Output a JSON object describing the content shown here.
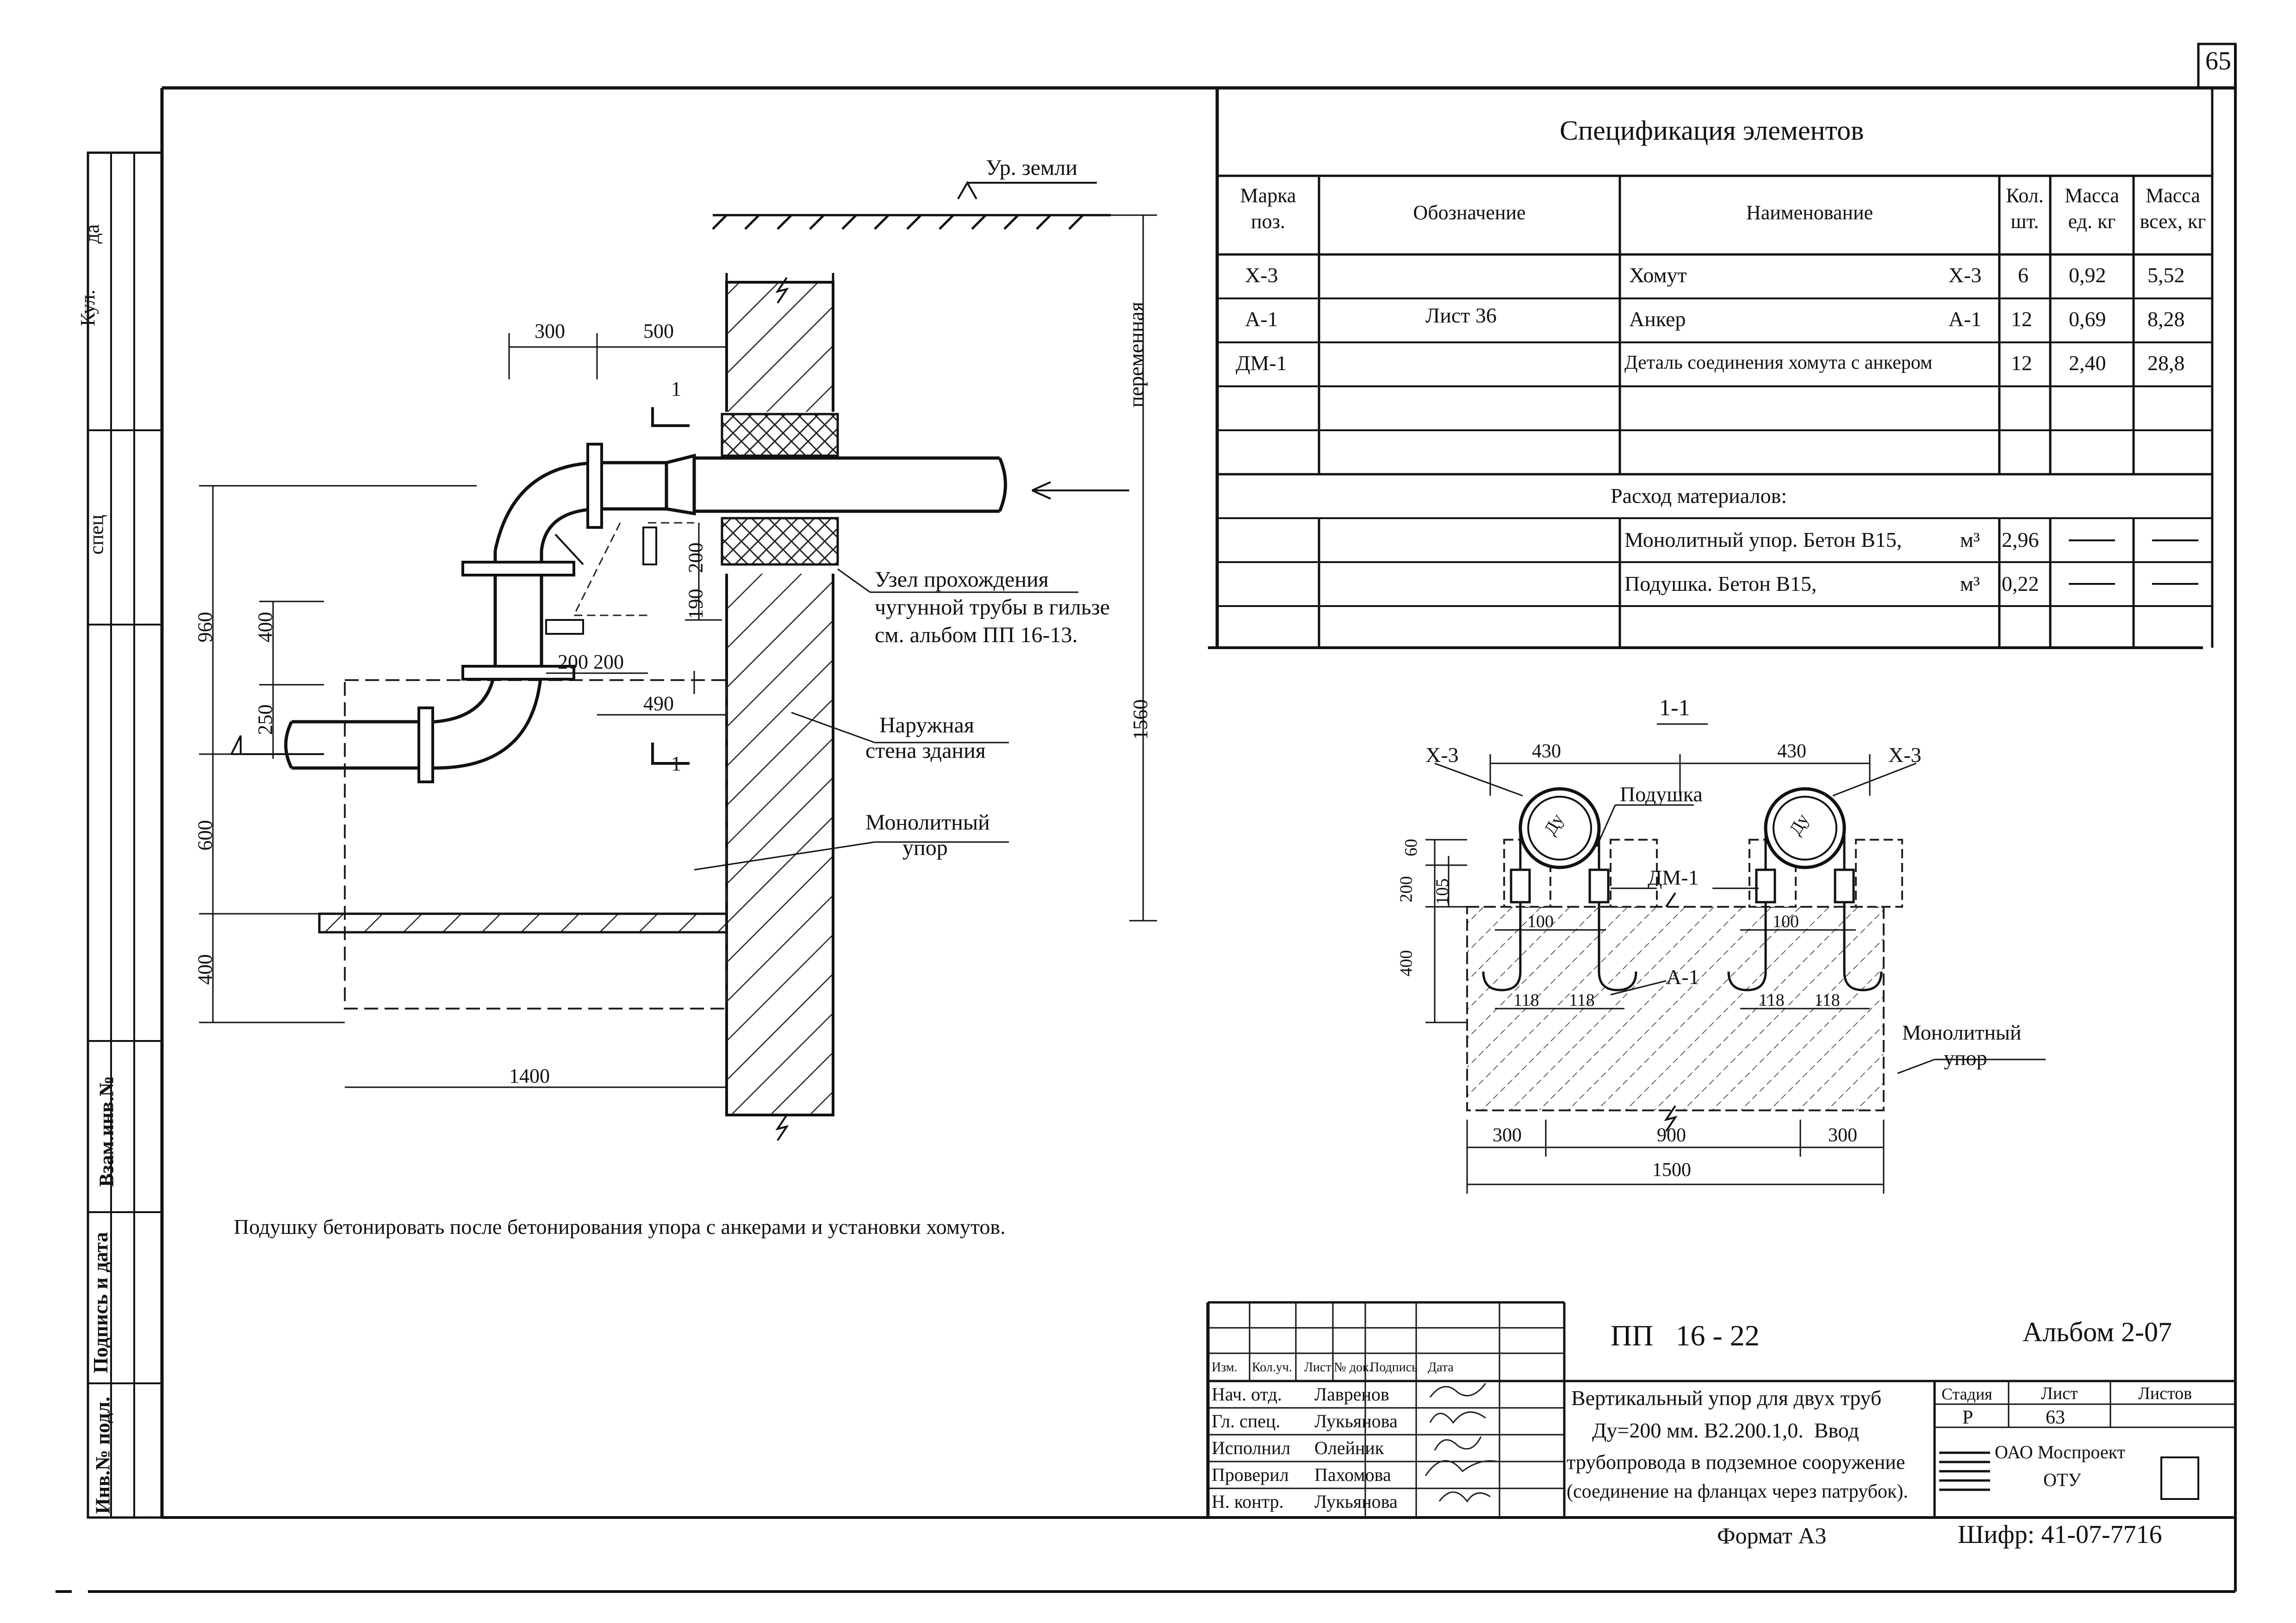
{
  "page": {
    "number": "65"
  },
  "note": "Подушку бетонировать после бетонирования упора с анкерами и установки хомутов.",
  "left_strip": {
    "kup": "Кул.",
    "da": "да",
    "spec": "спец",
    "vzam": "Взам.инв.№",
    "podpis": "Подпись и дата",
    "inv": "Инв.№ подл."
  },
  "section_view": {
    "ground_label": "Ур. земли",
    "variable_label": "переменная",
    "section_mark": "1",
    "node_label_1": "Узел прохождения",
    "node_label_2": "чугунной трубы в гильзе",
    "node_label_3": "см. альбом ПП 16-13.",
    "wall_label_1": "Наружная",
    "wall_label_2": "стена здания",
    "stop_label_1": "Монолитный",
    "stop_label_2": "упор",
    "dims": {
      "d300": "300",
      "d500": "500",
      "d200": "200",
      "d190": "190",
      "d400a": "400",
      "d960": "960",
      "d250": "250",
      "d200_200": "200 200",
      "d490": "490",
      "d600": "600",
      "d400b": "400",
      "d1400": "1400",
      "d1560": "1560"
    }
  },
  "spec": {
    "title": "Спецификация элементов",
    "headers": {
      "mark": "Марка поз.",
      "designation": "Обозначение",
      "name": "Наименование",
      "qty": "Кол. шт.",
      "unit_mass": "Масса ед. кг",
      "total_mass": "Масса всех, кг"
    },
    "designation_shared": "Лист 36",
    "rows": [
      {
        "mark": "Х-3",
        "name": "Хомут",
        "code": "Х-3",
        "qty": "6",
        "unit": "0,92",
        "total": "5,52"
      },
      {
        "mark": "А-1",
        "name": "Анкер",
        "code": "А-1",
        "qty": "12",
        "unit": "0,69",
        "total": "8,28"
      },
      {
        "mark": "ДМ-1",
        "name": "Деталь соединения хомута с анкером",
        "code": "",
        "qty": "12",
        "unit": "2,40",
        "total": "28,8"
      }
    ],
    "materials_title": "Расход материалов:",
    "materials": [
      {
        "name": "Монолитный упор. Бетон В15,",
        "unit": "м³",
        "qty": "2,96",
        "dash1": "—",
        "dash2": "—"
      },
      {
        "name": "Подушка. Бетон В15,",
        "unit": "м³",
        "qty": "0,22",
        "dash1": "—",
        "dash2": "—"
      }
    ]
  },
  "section_1_1": {
    "title": "1-1",
    "labels": {
      "x3_left": "Х-3",
      "x3_right": "Х-3",
      "podushka": "Подушка",
      "dm1": "ДМ-1",
      "a1": "А-1",
      "du": "Ду",
      "stop_1": "Монолитный",
      "stop_2": "упор"
    },
    "dims": {
      "w430a": "430",
      "w430b": "430",
      "h60": "60",
      "h200": "200",
      "h105": "105",
      "h400": "400",
      "w100a": "100",
      "w100b": "100",
      "w118a": "118",
      "w118b": "118",
      "w118c": "118",
      "w118d": "118",
      "w300a": "300",
      "w900": "900",
      "w300b": "300",
      "w1500": "1500"
    }
  },
  "stamp": {
    "code": "ПП   16 - 22",
    "album": "Альбом 2-07",
    "col_headers": [
      "Изм.",
      "Кол.уч.",
      "Лист",
      "№ док.",
      "Подпись",
      "Дата"
    ],
    "people": [
      {
        "role": "Нач. отд.",
        "name": "Лавренов"
      },
      {
        "role": "Гл. спец.",
        "name": "Лукьянова"
      },
      {
        "role": "Исполнил",
        "name": "Олейник"
      },
      {
        "role": "Проверил",
        "name": "Пахомова"
      },
      {
        "role": "Н. контр.",
        "name": "Лукьянова"
      }
    ],
    "description": [
      "Вертикальный упор для двух труб",
      "Ду=200 мм. В2.200.1,0.  Ввод",
      "трубопровода в подземное сооружение",
      "(соединение на фланцах через патрубок)."
    ],
    "stage_label": "Стадия",
    "sheet_label": "Лист",
    "sheets_label": "Листов",
    "stage": "Р",
    "sheet": "63",
    "org_1": "ОАО Моспроект",
    "org_2": "ОТУ",
    "format": "Формат А3",
    "cipher": "Шифр: 41-07-7716"
  }
}
